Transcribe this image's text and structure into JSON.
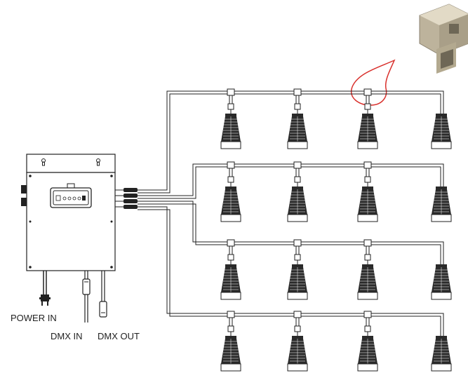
{
  "labels": {
    "power_in": "POWER IN",
    "dmx_in": "DMX IN",
    "dmx_out": "DMX OUT"
  },
  "controller": {
    "display_glyph": "□ooo▪"
  },
  "lights": {
    "rows": 4,
    "per_row": 4
  },
  "colors": {
    "line": "#222222",
    "fixture_fill": "#2a2a2a",
    "callout": "#d9302c",
    "adapter": "#c9bfa9"
  },
  "icons": [
    "keyhole-icon",
    "power-plug-icon",
    "xlr-connector-icon",
    "splitter-adapter-icon",
    "spotlight-icon"
  ]
}
